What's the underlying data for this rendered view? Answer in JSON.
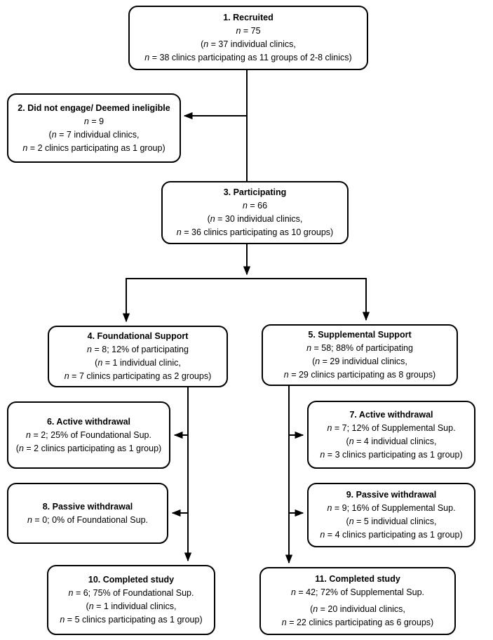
{
  "diagram": {
    "type": "flowchart",
    "colors": {
      "border": "#000000",
      "background": "#ffffff",
      "text": "#000000"
    }
  },
  "boxes": [
    {
      "title": "1. Recruited",
      "lines": [
        "n = 75",
        "(n = 37 individual clinics,",
        "n = 38 clinics participating as 11 groups of 2-8 clinics)"
      ]
    },
    {
      "title": "2. Did not engage/ Deemed ineligible",
      "lines": [
        "n = 9",
        "(n = 7 individual clinics,",
        "n = 2 clinics participating as 1 group)"
      ]
    },
    {
      "title": "3. Participating",
      "lines": [
        "n = 66",
        "(n = 30 individual clinics,",
        "n = 36 clinics participating as 10 groups)"
      ]
    },
    {
      "title": "4. Foundational Support",
      "lines": [
        "n = 8; 12% of participating",
        "(n = 1 individual clinic,",
        "n = 7 clinics participating as 2 groups)"
      ]
    },
    {
      "title": "5. Supplemental Support",
      "lines": [
        "n = 58; 88% of participating",
        "(n = 29 individual clinics,",
        "n = 29 clinics participating as 8 groups)"
      ]
    },
    {
      "title": "6. Active withdrawal",
      "lines": [
        "n = 2; 25% of Foundational Sup.",
        "(n = 2 clinics participating as 1 group)"
      ]
    },
    {
      "title": "7. Active withdrawal",
      "lines": [
        "n = 7; 12% of Supplemental Sup.",
        "(n = 4 individual clinics,",
        "n = 3 clinics participating as 1 group)"
      ]
    },
    {
      "title": "8. Passive withdrawal",
      "lines": [
        "n = 0; 0% of Foundational Sup."
      ]
    },
    {
      "title": "9. Passive withdrawal",
      "lines": [
        "n = 9; 16% of Supplemental Sup.",
        "(n = 5 individual clinics,",
        "n = 4 clinics participating as 1 group)"
      ]
    },
    {
      "title": "10. Completed study",
      "lines": [
        "n = 6; 75% of Foundational Sup.",
        "(n = 1 individual clinics,",
        "n = 5 clinics participating as 1 group)"
      ]
    },
    {
      "title": "11. Completed study",
      "lines": [
        "n = 42; 72% of Supplemental Sup.",
        "(n = 20 individual clinics,",
        "n = 22 clinics participating as 6 groups)"
      ]
    }
  ],
  "edges": [
    {
      "from": "1. Recruited",
      "to": "3. Participating"
    },
    {
      "from": "1. Recruited",
      "to": "2. Did not engage/ Deemed ineligible"
    },
    {
      "from": "3. Participating",
      "to": "4. Foundational Support"
    },
    {
      "from": "3. Participating",
      "to": "5. Supplemental Support"
    },
    {
      "from": "4. Foundational Support",
      "to": "6. Active withdrawal"
    },
    {
      "from": "4. Foundational Support",
      "to": "8. Passive withdrawal"
    },
    {
      "from": "4. Foundational Support",
      "to": "10. Completed study"
    },
    {
      "from": "5. Supplemental Support",
      "to": "7. Active withdrawal"
    },
    {
      "from": "5. Supplemental Support",
      "to": "9. Passive withdrawal"
    },
    {
      "from": "5. Supplemental Support",
      "to": "11. Completed study"
    }
  ]
}
